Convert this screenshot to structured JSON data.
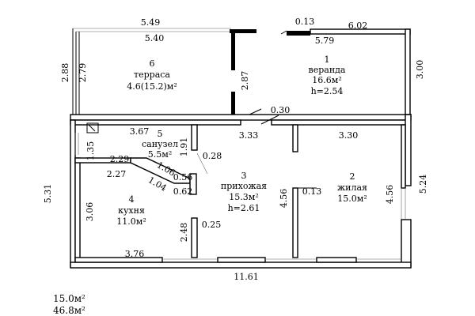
{
  "rooms": [
    {
      "number": "1",
      "name": "веранда",
      "area": "16.6м²",
      "height": "h=2.54"
    },
    {
      "number": "2",
      "name": "жилая",
      "area": "15.0м²"
    },
    {
      "number": "3",
      "name": "прихожая",
      "area": "15.3м²",
      "height": "h=2.61"
    },
    {
      "number": "4",
      "name": "кухня",
      "area": "11.0м²"
    },
    {
      "number": "5",
      "name": "санузел",
      "area": "5.5м²"
    },
    {
      "number": "6",
      "name": "терраса",
      "area": "4.6(15.2)м²"
    }
  ],
  "dimensions": {
    "terrace_top_outer": "5.49",
    "terrace_top_inner": "5.40",
    "terrace_left_outer": "2.88",
    "terrace_left_inner": "2.79",
    "terrace_right": "2.87",
    "veranda_door_wall": "0.13",
    "veranda_top_outer": "6.02",
    "veranda_top_inner": "5.79",
    "veranda_right": "3.00",
    "wall_0_30": "0.30",
    "bath_top": "3.67",
    "bath_right": "1.91",
    "bath_partition": "0.28",
    "hall_top": "3.33",
    "living_top": "3.30",
    "left_small": "1.35",
    "kitchen_top_outer": "2.29",
    "kitchen_top_inner": "2.27",
    "diag_1": "1.06",
    "diag_2": "1.04",
    "stub_1": "0.56",
    "stub_2": "0.62",
    "left_outer": "5.31",
    "kitchen_left": "3.06",
    "kitchen_right": "2.48",
    "kitchen_stub": "0.25",
    "kitchen_bottom": "3.76",
    "living_left": "4.56",
    "living_wall": "0.13",
    "living_right_inner": "4.56",
    "right_outer": "5.24",
    "bottom_total": "11.61"
  },
  "summary": [
    "15.0м²",
    "46.8м²"
  ]
}
